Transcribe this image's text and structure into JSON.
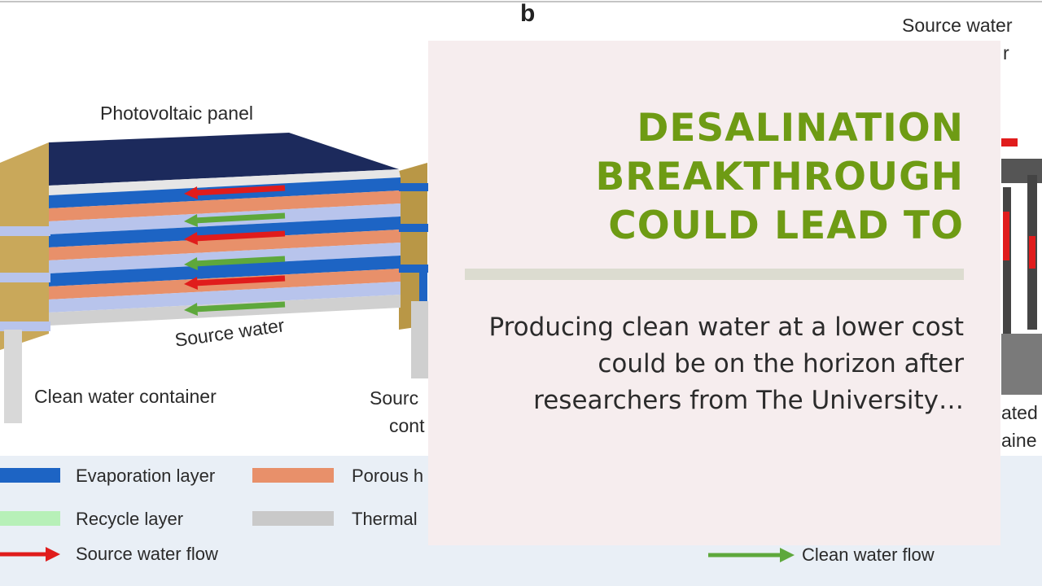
{
  "figure": {
    "panel_letter": "b",
    "labels": {
      "photovoltaic_panel": "Photovoltaic panel",
      "source_water_center": "Source water",
      "clean_water_container": "Clean water container",
      "source_container_partial_1": "Sourc",
      "source_container_partial_2": "cont",
      "source_water_top_right": "Source water",
      "top_right_partial": "r",
      "right_partial_1": "ated",
      "right_partial_2": "aine"
    },
    "legend": {
      "evaporation_layer": "Evaporation layer",
      "porous_partial": "Porous h",
      "recycle_layer": "Recycle layer",
      "thermal_partial": "Thermal",
      "source_water_flow": "Source water flow",
      "clean_water_flow": "Clean water flow"
    },
    "colors": {
      "evaporation": "#1d64c4",
      "porous": "#e8906a",
      "recycle": "#b7f0b8",
      "thermal": "#c9c9c9",
      "source_flow": "#e01c1c",
      "clean_flow": "#5ea83c",
      "frame": "#c9a85a"
    }
  },
  "card": {
    "title": "DESALINATION BREAKTHROUGH COULD LEAD TO",
    "excerpt": "Producing clean water at a lower cost could be on the horizon after researchers from The University…",
    "title_color": "#6e9b14",
    "background": "#f6edee"
  }
}
